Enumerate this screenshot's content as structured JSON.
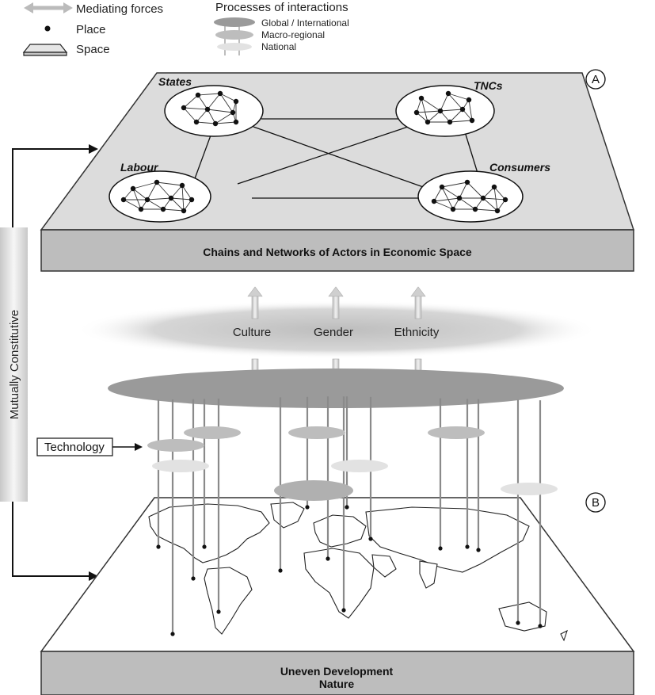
{
  "legend": {
    "mediating_forces": "Mediating forces",
    "place": "Place",
    "space": "Space",
    "processes_title": "Processes of interactions",
    "processes": [
      "Global / International",
      "Macro-regional",
      "National"
    ]
  },
  "panel_a": {
    "badge": "A",
    "actors": [
      "States",
      "TNCs",
      "Labour",
      "Consumers"
    ],
    "slab_label": "Chains and Networks of Actors in Economic Space"
  },
  "mediating": {
    "forces": [
      "Culture",
      "Gender",
      "Ethnicity"
    ]
  },
  "side": {
    "mutually_constitutive": "Mutually Constitutive",
    "technology": "Technology"
  },
  "panel_b": {
    "badge": "B",
    "slab_line1": "Uneven Development",
    "slab_line2": "Nature"
  },
  "colors": {
    "slab_top": "#dcdcdc",
    "slab_front": "#b8b8b8",
    "global_disc": "#9a9a9a",
    "macro_disc": "#bdbdbd",
    "national_disc": "#e2e2e2"
  }
}
